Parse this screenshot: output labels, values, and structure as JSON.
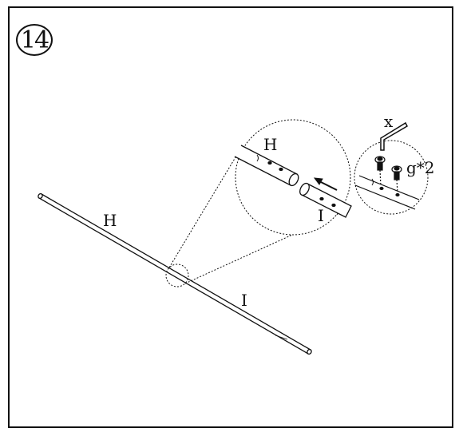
{
  "step": {
    "number": "14"
  },
  "parts": {
    "h": "H",
    "i": "I"
  },
  "callout": {
    "h": "H",
    "i": "I"
  },
  "hardware": {
    "tool_label": "x",
    "screw_label": "g*2"
  },
  "colors": {
    "ink": "#111111",
    "background": "#ffffff"
  }
}
